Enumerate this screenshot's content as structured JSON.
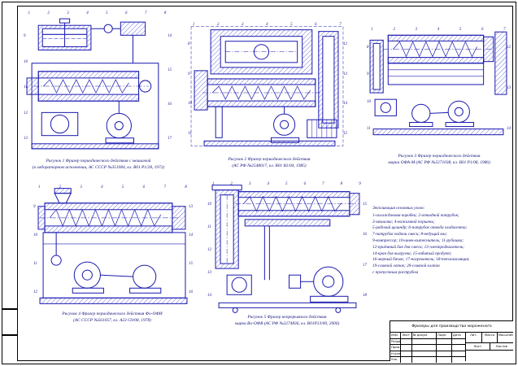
{
  "figures": [
    {
      "id": "1",
      "caption_line1": "Рисунок 1 Фризер периодического действия с мешалкой",
      "caption_line2": "(в лабораторном исполнении, АС СССР №351084, кл. В01 Р1/28, 1972)",
      "callouts": [
        "1",
        "2",
        "3",
        "4",
        "5",
        "6",
        "7",
        "8",
        "9",
        "10",
        "11",
        "12",
        "13",
        "14",
        "15",
        "16",
        "17"
      ]
    },
    {
      "id": "2",
      "caption_line1": "Рисунок 2 Фризер периодического действия",
      "caption_line2": "(АС РФ №2548017, кл. В01 В1/04, 1985)",
      "callouts": [
        "1",
        "2",
        "3",
        "4",
        "5",
        "6",
        "7",
        "8",
        "9",
        "10",
        "11",
        "12",
        "13",
        "14",
        "15"
      ]
    },
    {
      "id": "3",
      "caption_line1": "Рисунок 3 Фризер периодического действия",
      "caption_line2": "марки ОФА-М (АС РФ №2271038, кл. В01 Р1/08, 1986)",
      "callouts": [
        "1",
        "2",
        "3",
        "4",
        "5",
        "6",
        "7",
        "8",
        "9",
        "10",
        "11",
        "12",
        "13",
        "14"
      ]
    },
    {
      "id": "4",
      "caption_line1": "Рисунок 4 Фризер периодического действия Фо-ОФИ",
      "caption_line2": "(АС СССР №561057, кл. А23 G9/08, 1978)",
      "callouts": [
        "1",
        "2",
        "3",
        "4",
        "5",
        "6",
        "7",
        "8",
        "9",
        "10",
        "11",
        "12",
        "13",
        "14",
        "15",
        "16"
      ]
    },
    {
      "id": "5",
      "caption_line1": "Рисунок 5 Фризер непрерывного действия",
      "caption_line2": "марки Во-ОФВ (АС РФ №2274836, кл. В01Р13/00, 2006)",
      "callouts": [
        "1",
        "2",
        "3",
        "4",
        "5",
        "6",
        "7",
        "8",
        "9",
        "10",
        "11",
        "12",
        "13",
        "14",
        "15",
        "16",
        "17",
        "18"
      ]
    }
  ],
  "explication": {
    "heading": "Экспликация основных узлов:",
    "lines": [
      "1-охлаждаемая коробка; 2-откидной патрубок;",
      "3-мешалка; 4-нажимной поршень;",
      "5-рабочий цилиндр; 6-патрубок отвода хладагента;",
      "7-патрубок подачи смеси; 8-ведущий вал;",
      "9-компрессор; 10-шнек-вытеснитель; 11-рубашка;",
      "12-приёмный бак для смеси; 13-электродвигатель;",
      "14-кран для выгрузки; 15-взбитый продукт;",
      "16-мерный бачок; 17-нагреватель; 18-теплоизоляция;",
      "19-сливной лоток; 20-сливной клапан",
      "с пропускным раструбом"
    ]
  },
  "title_block": {
    "title": "Фризеры для производства мороженого",
    "labels": {
      "izm": "Изм.",
      "list": "Лист",
      "doc": "№ докум.",
      "podp": "Подп.",
      "data": "Дата",
      "razrab": "Разраб.",
      "prov": "Пров.",
      "nkontr": "Н.контр.",
      "utv": "Утв.",
      "lit": "Лит.",
      "massa": "Масса",
      "masshtab": "Масштаб",
      "list2": "Лист",
      "listov": "Листов"
    }
  }
}
